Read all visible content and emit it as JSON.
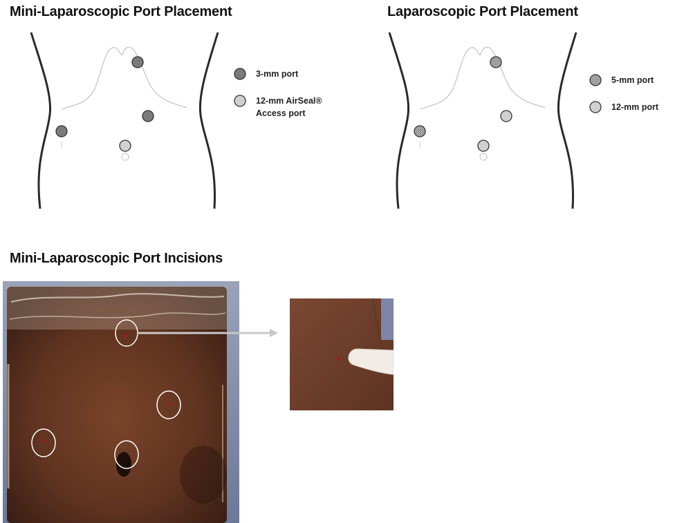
{
  "mini_panel": {
    "title": "Mini-Laparoscopic Port Placement",
    "legend": [
      {
        "label": "3-mm port",
        "fill": "#7a7a7a"
      },
      {
        "label": "12-mm AirSeal®",
        "label2": "Access port",
        "fill": "#d0d0d0"
      }
    ]
  },
  "lap_panel": {
    "title": "Laparoscopic Port Placement",
    "legend": [
      {
        "label": "5-mm port",
        "fill": "hatch"
      },
      {
        "label": "12-mm port",
        "fill": "#d0d0d0"
      }
    ]
  },
  "photo_panel": {
    "title": "Mini-Laparoscopic Port Incisions"
  },
  "colors": {
    "port_dark": "#7a7a7a",
    "port_light": "#d0d0d0",
    "outline": "#333333",
    "arrow": "#c8c8c8",
    "skin": "#6b3a23",
    "glove": "#f3ede8"
  }
}
